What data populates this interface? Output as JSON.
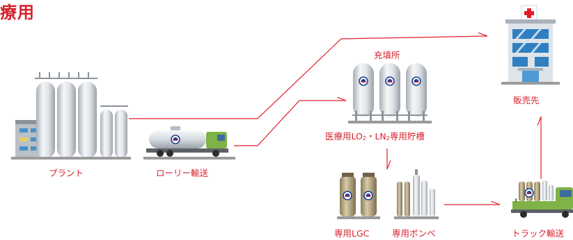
{
  "title": "療用",
  "labels": {
    "plant": "プラント",
    "lorry": "ローリー輸送",
    "filling_station": "充填所",
    "tank_prefix": "医療用LO",
    "tank_sub1": "2",
    "tank_mid": "・LN",
    "tank_sub2": "2",
    "tank_suffix": "専用貯槽",
    "lgc": "専用LGC",
    "cylinder": "専用ボンベ",
    "seller": "販売先",
    "truck": "トラック輸送"
  },
  "colors": {
    "accent_red": "#d6232e",
    "line_red": "#e11d2a",
    "tank_gray": "#d9dde2",
    "ground": "#9b9b9b",
    "hospital_blue": "#2f7fc1",
    "truck_green": "#7fb347",
    "logo_blue": "#1c3f94"
  },
  "icons": [
    "plant-icon",
    "lorry-icon",
    "filling-station-icon",
    "lgc-icon",
    "cylinder-icon",
    "hospital-icon",
    "truck-icon"
  ]
}
